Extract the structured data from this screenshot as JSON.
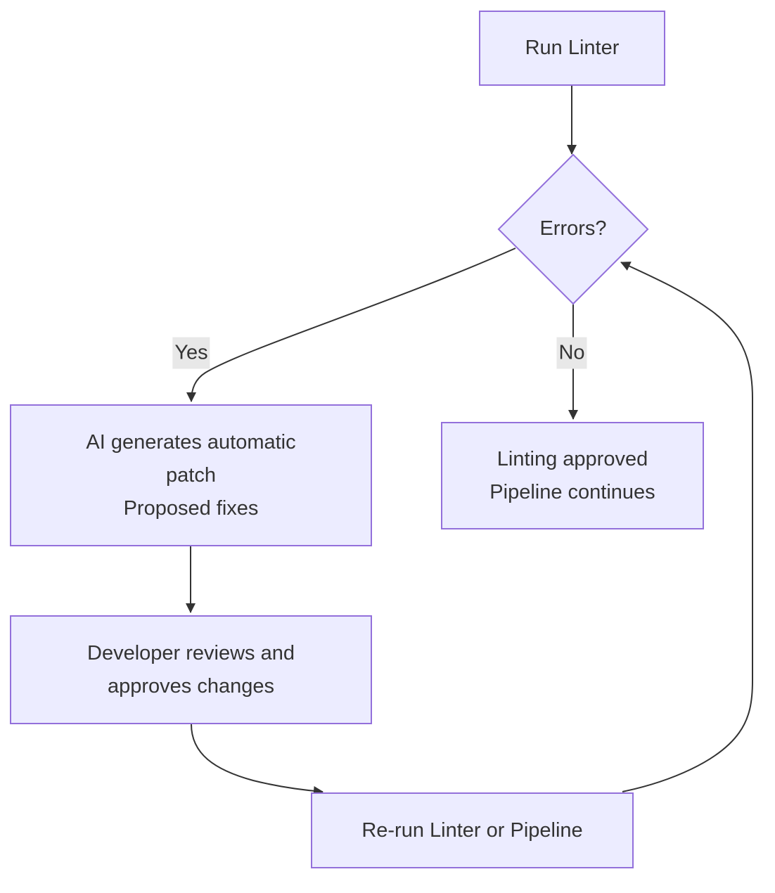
{
  "diagram": {
    "type": "flowchart",
    "direction": "top-down",
    "nodes": {
      "run_linter": {
        "shape": "rect",
        "label": "Run Linter"
      },
      "errors": {
        "shape": "diamond",
        "label": "Errors?"
      },
      "ai_patch": {
        "shape": "rect",
        "line1": "AI generates automatic",
        "line2": "patch",
        "line3": "Proposed fixes"
      },
      "linting_approved": {
        "shape": "rect",
        "line1": "Linting approved",
        "line2": "Pipeline continues"
      },
      "developer_review": {
        "shape": "rect",
        "line1": "Developer reviews and",
        "line2": "approves changes"
      },
      "rerun": {
        "shape": "rect",
        "label": "Re-run Linter or Pipeline"
      }
    },
    "edges": [
      {
        "from": "run_linter",
        "to": "errors",
        "label": ""
      },
      {
        "from": "errors",
        "to": "ai_patch",
        "label": "Yes"
      },
      {
        "from": "errors",
        "to": "linting_approved",
        "label": "No"
      },
      {
        "from": "ai_patch",
        "to": "developer_review",
        "label": ""
      },
      {
        "from": "developer_review",
        "to": "rerun",
        "label": ""
      },
      {
        "from": "rerun",
        "to": "errors",
        "label": ""
      }
    ],
    "colors": {
      "node_fill": "#ECECFF",
      "node_border": "#9370DB",
      "edge_stroke": "#333333",
      "text": "#333333",
      "edge_label_bg": "#E8E8E8",
      "background": "#FFFFFF"
    }
  }
}
